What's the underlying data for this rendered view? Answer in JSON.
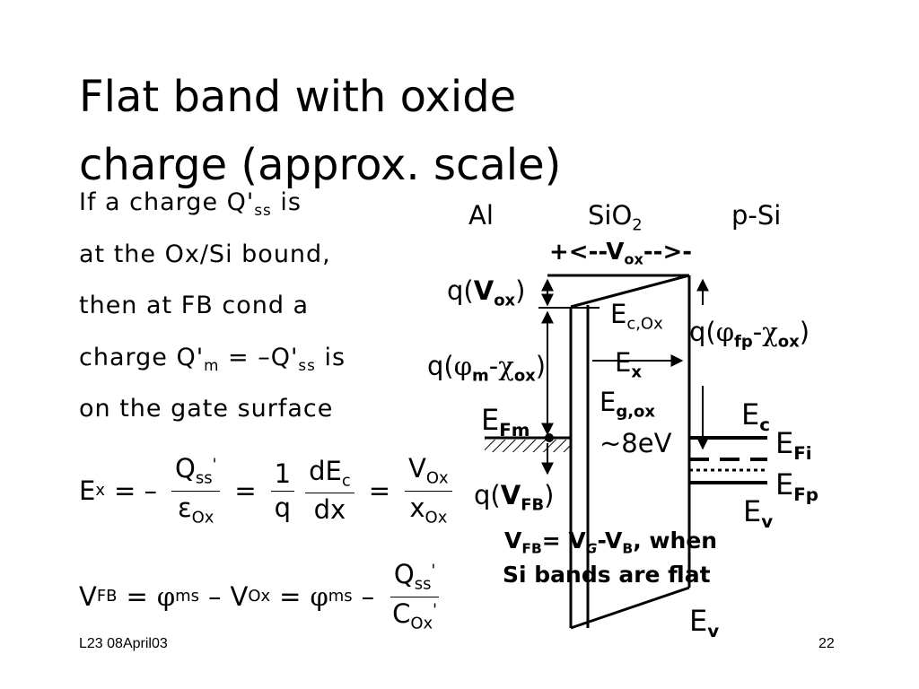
{
  "title": {
    "line1": "Flat band with oxide",
    "line2": "charge (approx. scale)"
  },
  "body": {
    "line1_pre": "If a charge Q'",
    "line1_sub": "ss",
    "line1_post": " is",
    "line2": "at the Ox/Si bound,",
    "line3": "then at FB cond a",
    "line4_pre": "charge Q'",
    "line4_sub1": "m",
    "line4_mid": " = –Q'",
    "line4_sub2": "ss",
    "line4_post": " is",
    "line5": "on the gate surface"
  },
  "eq1": {
    "lhs": "E",
    "lhs_sub": "x",
    "eq_neg": "= –",
    "frac1_num": "Q",
    "frac1_num_sub": "ss",
    "frac1_num_sup": "'",
    "frac1_den": "ε",
    "frac1_den_sub": "Ox",
    "eq2": "=",
    "frac2_num": "1",
    "frac2_den": "q",
    "frac3_num": "dE",
    "frac3_num_sub": "c",
    "frac3_den": "dx",
    "eq3": "=",
    "frac4_num": "V",
    "frac4_num_sub": "Ox",
    "frac4_den": "x",
    "frac4_den_sub": "Ox"
  },
  "eq2": {
    "lhs": "V",
    "lhs_sub": "FB",
    "eq1": "=",
    "phi1": "φ",
    "phi1_sub": "ms",
    "minus1": "–",
    "v": "V",
    "v_sub": "Ox",
    "eq2": "=",
    "phi2": "φ",
    "phi2_sub": "ms",
    "minus2": "–",
    "frac_num": "Q",
    "frac_num_sub": "ss",
    "frac_num_sup": "'",
    "frac_den": "C",
    "frac_den_sub": "Ox",
    "frac_den_sup": "'"
  },
  "diagram": {
    "region_al": "Al",
    "region_sio2": "SiO",
    "region_sio2_sub": "2",
    "region_psi": "p-Si",
    "vox_bar_pre": "+<--",
    "vox_bar_v": "V",
    "vox_bar_sub": "ox",
    "vox_bar_post": "-->-",
    "q_vox_pre": "q(",
    "q_vox_v": "V",
    "q_vox_sub": "ox",
    "q_vox_post": ")",
    "ec_ox": "E",
    "ec_ox_sub": "c,Ox",
    "q_phifp_pre": "q(",
    "q_phifp_phi": "φ",
    "q_phifp_sub1": "fp",
    "q_phifp_mid": "-",
    "q_phifp_chi": "χ",
    "q_phifp_sub2": "ox",
    "q_phifp_post": ")",
    "q_phim_pre": "q(",
    "q_phim_phi": "φ",
    "q_phim_sub1": "m",
    "q_phim_mid": "-",
    "q_phim_chi": "χ",
    "q_phim_sub2": "ox",
    "q_phim_post": ")",
    "ex": "E",
    "ex_sub": "x",
    "eg_ox": "E",
    "eg_ox_sub": "g,ox",
    "eg_val": "~8eV",
    "efm": "E",
    "efm_sub": "Fm",
    "ec": "E",
    "ec_sub": "c",
    "efi": "E",
    "efi_sub": "Fi",
    "efp": "E",
    "efp_sub": "Fp",
    "ev_right": "E",
    "ev_right_sub": "v",
    "ev_bottom": "E",
    "ev_bottom_sub": "v",
    "q_vfb_pre": "q(",
    "q_vfb_v": "V",
    "q_vfb_sub": "FB",
    "q_vfb_post": ")",
    "vfb_line_v": "V",
    "vfb_line_sub": "FB",
    "vfb_line_eq": "= V",
    "vfb_line_g": "G",
    "vfb_line_minus": "-V",
    "vfb_line_b": "B",
    "vfb_line_post": ", when",
    "vfb_line2": "Si bands are flat"
  },
  "footer": {
    "left": "L23 08April03",
    "right": "22"
  }
}
